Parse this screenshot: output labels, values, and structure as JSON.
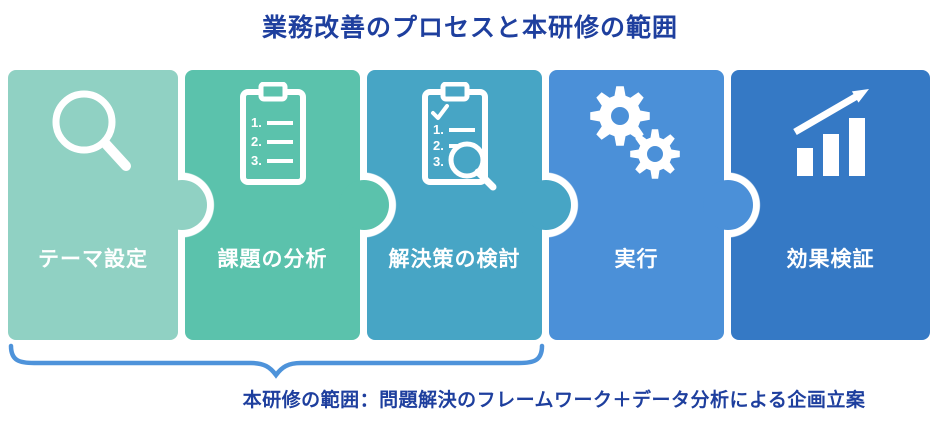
{
  "title": "業務改善のプロセスと本研修の範囲",
  "steps": [
    {
      "label": "テーマ設定",
      "icon": "magnifier-icon",
      "color": "#90d1c3"
    },
    {
      "label": "課題の分析",
      "icon": "numbered-checklist-icon",
      "color": "#5bc2ac"
    },
    {
      "label": "解決策の検討",
      "icon": "checklist-magnifier-icon",
      "color": "#47a5c5"
    },
    {
      "label": "実行",
      "icon": "gears-icon",
      "color": "#4b90d8"
    },
    {
      "label": "効果検証",
      "icon": "bar-chart-growth-icon",
      "color": "#3579c5"
    }
  ],
  "scope_note": "本研修の範囲：問題解決のフレームワーク＋データ分析による企画立案",
  "icon_glyphs": {
    "list_marks": [
      "1.",
      "2.",
      "3."
    ]
  },
  "colors": {
    "heading_text": "#1e3f9e",
    "scope_text": "#1e3f9e",
    "brace": "#4e93da",
    "icon": "#ffffff",
    "background": "#ffffff"
  }
}
